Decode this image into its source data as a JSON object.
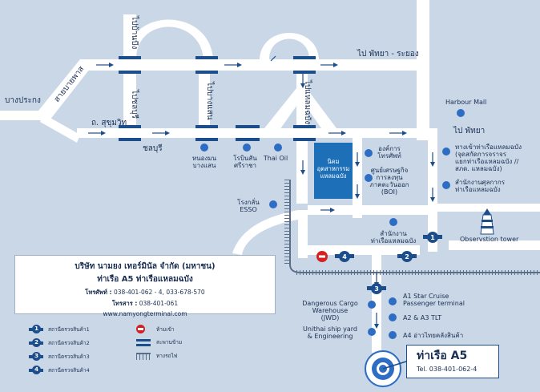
{
  "roads": {
    "bang_prakong": "บางประกง",
    "sai_bai_pass": "สายบายพาส",
    "thanon_sukhumvit": "ถ. สุขุมวิท",
    "chonburi": "ชลบุรี",
    "pattaya_rayong": "ไป พัทยา - ระยอง",
    "pattaya": "ไป พัทยา",
    "to_ban_bueng": "ไปบ้านบึง",
    "to_chonburi": "ไปชลบุรี",
    "to_bang_saen": "ไปบางแสน",
    "to_laem_chabang": "ไปแหลมฉบัง"
  },
  "places": {
    "harbour_mall": "Harbour Mall",
    "nong_mon": "หนองมน\nบางแสน",
    "robinson": "โรบินสัน\nศรีราชา",
    "thai_oil": "Thai Oil",
    "refinery_esso": "โรงกลั่น\nESSO",
    "industrial_estate": "นิคม\nอุตสาหกรรม\nแหลมฉบัง",
    "tot": "องค์การ\nโทรศัพท์",
    "econ_center": "ศูนย์เศรษฐกิจ\nการลงทุน\nภาคตะวันออก\n(BOI)",
    "port_office": "สำนักงาน\nท่าเรือแหลมฉบัง",
    "port_entrance": "ทางเข้าท่าเรือแหลมฉบัง\n(จุดสกัดการจราจร\nแยกท่าเรือแหลมฉบัง //\nสภด. แหลมฉบัง)",
    "customs": "สำนักงานศุลกากร\nท่าเรือแหลมฉบัง",
    "observation_tower": "Observstion tower",
    "a1": "A1 Star Cruise\nPassenger terminal",
    "a2_a3": "A2 & A3 TLT",
    "a4": "A4 อ่าวไทยคลังสินค้า",
    "dangerous_cargo": "Dangerous Cargo\nWarehouse\n(JWD)",
    "unithai": "Unithai ship yard\n& Engineering"
  },
  "checkpoints": [
    "1",
    "2",
    "3",
    "4"
  ],
  "company": {
    "name": "บริษัท นามยง เทอร์มินัล จำกัด (มหาชน)",
    "port": "ท่าเรือ A5 ท่าเรือแหลมฉบัง",
    "phone_label": "โทรศัพท์ :",
    "phone": "038-401-062 - 4, 033-678-570",
    "fax_label": "โทรสาร :",
    "fax": "038-401-061",
    "website": "www.namyongterminal.com"
  },
  "legend": {
    "items": [
      "สถานีตรวจสินค้า1",
      "สถานีตรวจสินค้า2",
      "สถานีตรวจสินค้า3",
      "สถานีตรวจสินค้า4"
    ],
    "no_entry": "ห้ามเข้า",
    "overpass": "สะพานข้าม",
    "railway": "ทางรถไฟ"
  },
  "target": {
    "title": "ท่าเรือ A5",
    "tel": "Tel. 038-401-062-4"
  },
  "colors": {
    "background": "#c9d7e7",
    "road": "#ffffff",
    "marker": "#1d4e8c",
    "dot": "#2e6dc4",
    "estate": "#1d6fb8",
    "no_entry": "#d62020"
  }
}
